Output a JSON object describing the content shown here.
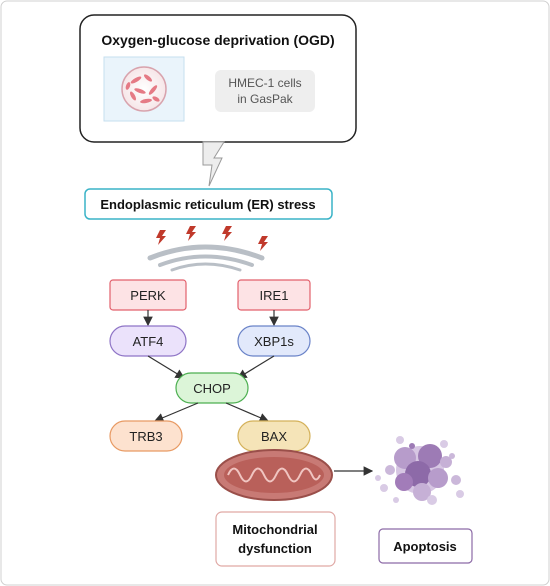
{
  "title": "Oxygen-glucose deprivation (OGD)",
  "gaspak_label": [
    "HMEC-1 cells",
    "in GasPak"
  ],
  "er_stress": "Endoplasmic reticulum (ER) stress",
  "nodes": {
    "perk": "PERK",
    "ire1": "IRE1",
    "atf4": "ATF4",
    "xbp1s": "XBP1s",
    "chop": "CHOP",
    "trb3": "TRB3",
    "bax": "BAX"
  },
  "mito_label": [
    "Mitochondrial",
    "dysfunction"
  ],
  "apoptosis": "Apoptosis",
  "colors": {
    "outer_border": "#222222",
    "er_border": "#3ab3c7",
    "lightning": "#c0392b",
    "perk_fill": "#fde3e5",
    "perk_border": "#e2606c",
    "atf4_fill": "#ebe2fb",
    "atf4_border": "#8e74c6",
    "xbp1s_fill": "#e2e9fb",
    "xbp1s_border": "#6a83c8",
    "chop_fill": "#dcf5d8",
    "chop_border": "#4caf50",
    "trb3_fill": "#fde2cf",
    "trb3_border": "#e89a63",
    "bax_fill": "#f5e4b8",
    "bax_border": "#d4b15a",
    "mito_fill": "#c87a75",
    "mito_border": "#9a4f4a",
    "mito_box_border": "#e0a9a5",
    "apoptosis_border": "#8c6aa6",
    "apoptotic_cell": "#a27cb9"
  }
}
